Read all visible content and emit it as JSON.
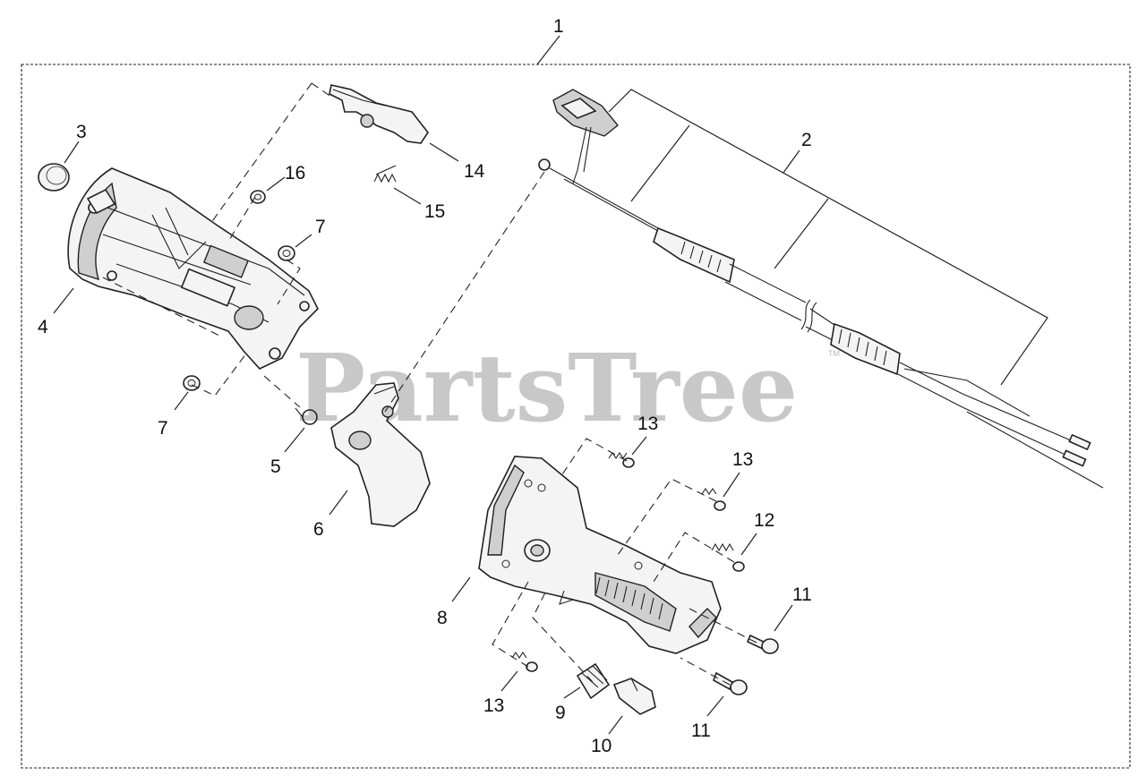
{
  "watermark": {
    "text": "PartsTree",
    "tm": "TM"
  },
  "callouts": {
    "c1": "1",
    "c2": "2",
    "c3": "3",
    "c4": "4",
    "c5": "5",
    "c6": "6",
    "c7a": "7",
    "c7b": "7",
    "c8": "8",
    "c9": "9",
    "c10": "10",
    "c11a": "11",
    "c11b": "11",
    "c12": "12",
    "c13a": "13",
    "c13b": "13",
    "c13c": "13",
    "c14": "14",
    "c15": "15",
    "c16": "16"
  }
}
